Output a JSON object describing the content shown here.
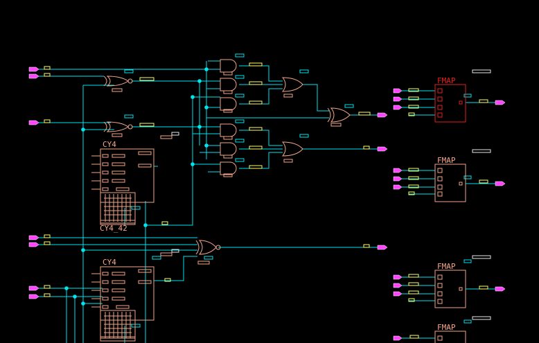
{
  "colors": {
    "background": "#000000",
    "wire": "#00e5ee",
    "node": "#00e5ee",
    "gate": "#f4a68a",
    "block": "#f4a68a",
    "fmap_selected": "#e02020",
    "port": "#ff44ff",
    "net_label": "#ffff66",
    "instance_label": "#f4a68a",
    "attr_label": "#e8e8e8"
  },
  "labels": {
    "cy4_top": "CY4",
    "cy4_top_instance": "CY4_42",
    "cy4_bottom": "CY4",
    "fmap_1": "FMAP",
    "fmap_2": "FMAP",
    "fmap_3": "FMAP",
    "fmap_4": "FMAP"
  }
}
